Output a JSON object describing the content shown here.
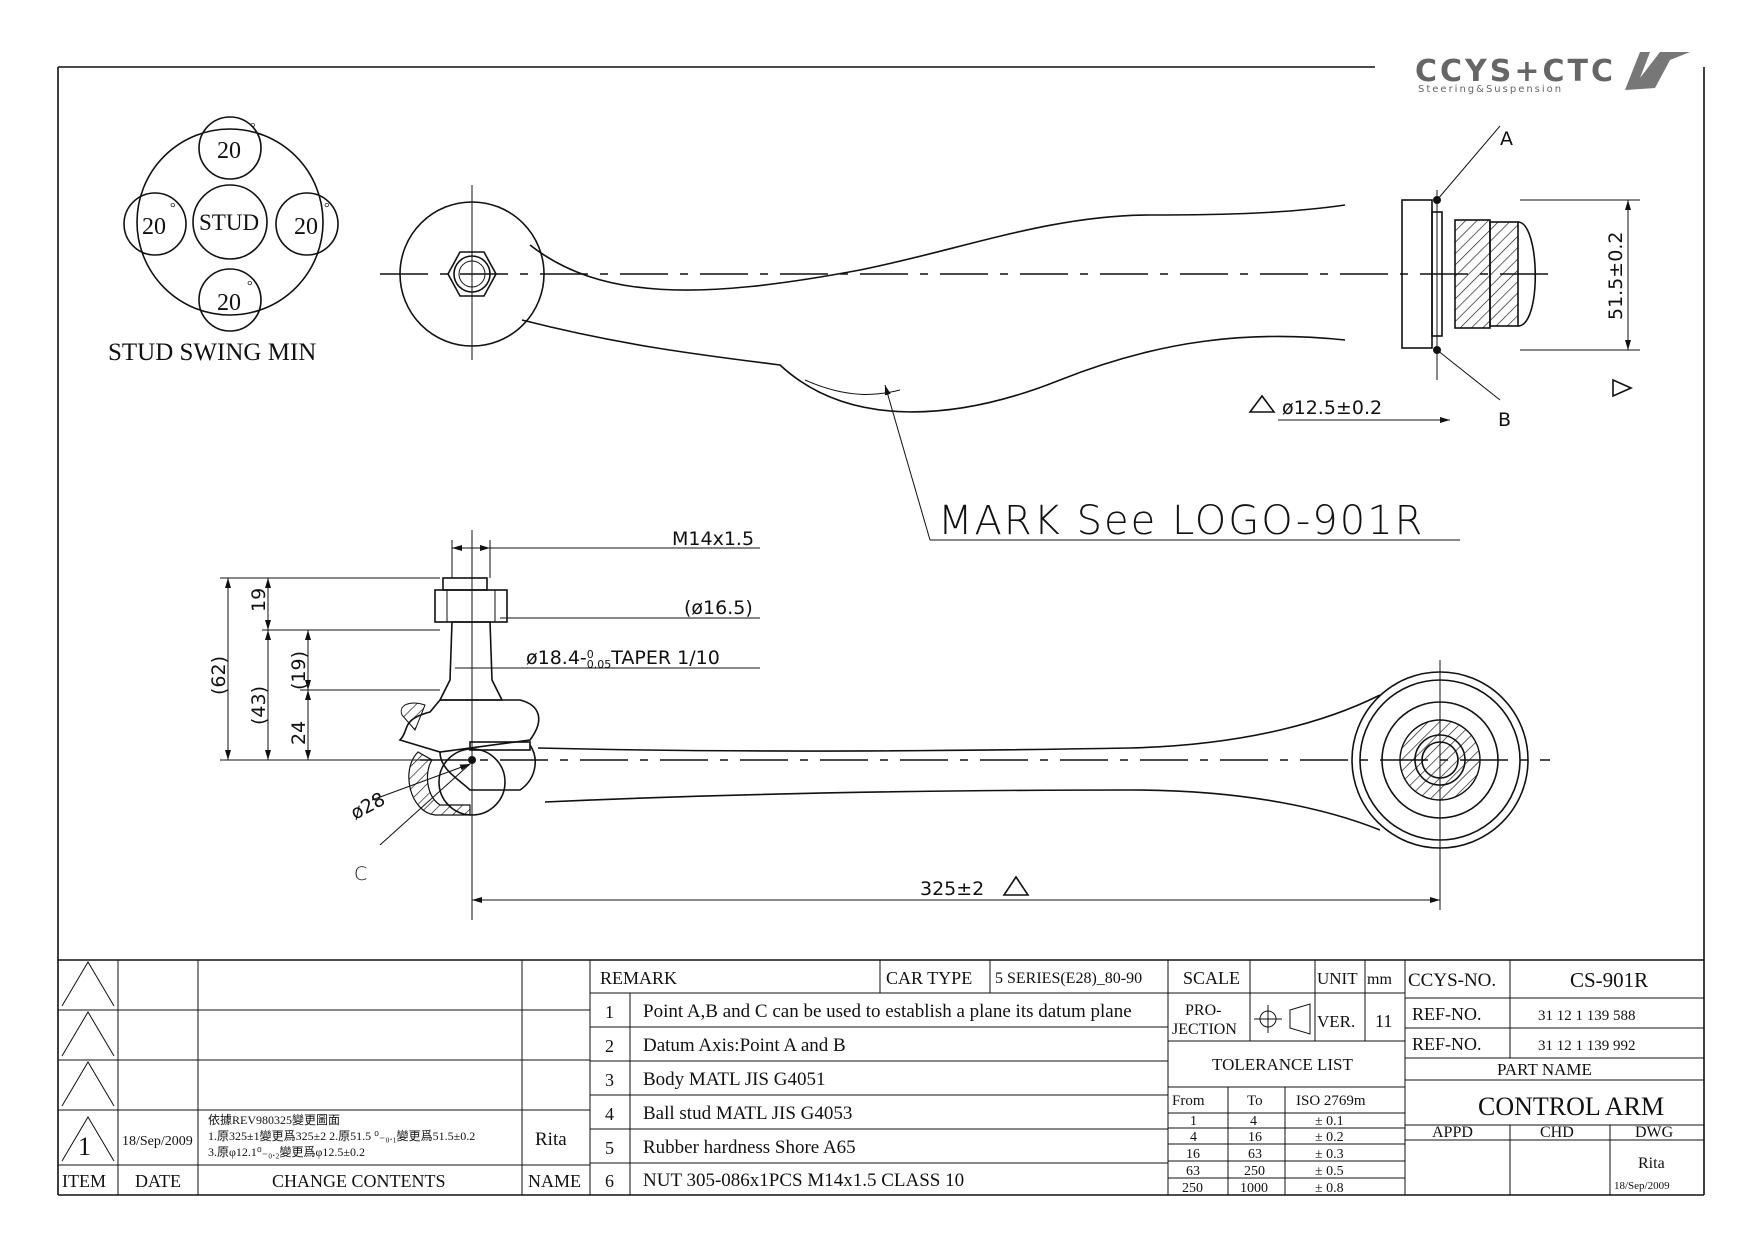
{
  "logo": {
    "brand": "CCYS+CTC",
    "tagline": "Steering&Suspension"
  },
  "swing": {
    "top": "20",
    "left": "20",
    "right": "20",
    "bottom": "20",
    "center": "STUD",
    "degree": "°",
    "caption": "STUD SWING MIN"
  },
  "top_view": {
    "point_a": "A",
    "point_b": "B",
    "dim_height": "51.5±0.2",
    "dim_dia": "ø12.5±0.2",
    "mark_note": "MARK See LOGO-901R"
  },
  "side_view": {
    "thread": "M14x1.5",
    "dia_165": "(ø16.5)",
    "taper": "ø18.4-0/-0.05TAPER 1/10",
    "taper_main": "ø18.4-",
    "taper_tol_top": "0",
    "taper_tol_bot": "0.05",
    "taper_rest": "TAPER 1/10",
    "d62": "(62)",
    "d43": "(43)",
    "d19a": "19",
    "d19b": "(19)",
    "d24": "24",
    "ball": "ø28",
    "point_c": "C",
    "length": "325±2"
  },
  "revision": {
    "no": "1",
    "date": "18/Sep/2009",
    "line1": "依據REV980325變更圖面",
    "line2": "1.原325±1變更爲325±2  2.原51.5 ⁰₋₀.₁變更爲51.5±0.2",
    "line3": "3.原φ12.1⁰₋₀.₂變更爲φ12.5±0.2",
    "name": "Rita",
    "col_item": "ITEM",
    "col_date": "DATE",
    "col_change": "CHANGE CONTENTS",
    "col_name": "NAME"
  },
  "remarks": {
    "header": "REMARK",
    "car_type_label": "CAR TYPE",
    "car_type": "5 SERIES(E28)_80-90",
    "items": [
      {
        "n": "1",
        "text": "Point A,B and C can be used to establish a plane its datum plane"
      },
      {
        "n": "2",
        "text": "Datum Axis:Point A and B"
      },
      {
        "n": "3",
        "text": "Body MATL JIS G4051"
      },
      {
        "n": "4",
        "text": "Ball stud MATL JIS G4053"
      },
      {
        "n": "5",
        "text": "Rubber hardness Shore A65"
      },
      {
        "n": "6",
        "text": "NUT 305-086x1PCS M14x1.5 CLASS 10"
      }
    ]
  },
  "meta": {
    "scale": "SCALE",
    "unit": "UNIT",
    "unit_val": "mm",
    "projection1": "PRO-",
    "projection2": "JECTION",
    "ver": "VER.",
    "ver_val": "11",
    "tol_title": "TOLERANCE LIST",
    "tol_from": "From",
    "tol_to": "To",
    "tol_iso": "ISO 2769m",
    "tol_rows": [
      [
        "1",
        "4",
        "± 0.1"
      ],
      [
        "4",
        "16",
        "± 0.2"
      ],
      [
        "16",
        "63",
        "± 0.3"
      ],
      [
        "63",
        "250",
        "± 0.5"
      ],
      [
        "250",
        "1000",
        "± 0.8"
      ]
    ]
  },
  "title": {
    "ccys_label": "CCYS-NO.",
    "ccys": "CS-901R",
    "ref_label": "REF-NO.",
    "ref1": "31 12 1 139 588",
    "ref2": "31 12 1 139 992",
    "part_label": "PART NAME",
    "part": "CONTROL ARM",
    "appd": "APPD",
    "chd": "CHD",
    "dwg": "DWG",
    "dwg_name": "Rita",
    "dwg_date": "18/Sep/2009"
  }
}
